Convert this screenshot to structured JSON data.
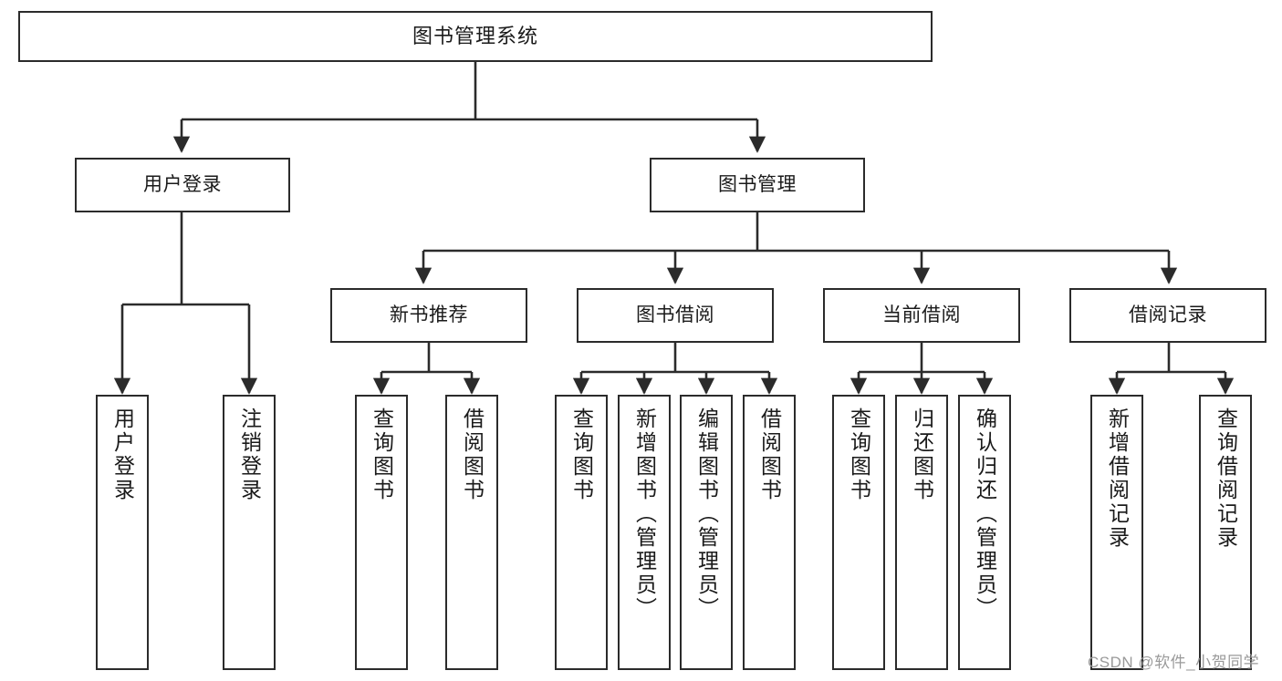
{
  "diagram": {
    "type": "tree-flowchart",
    "title_node": {
      "id": "root",
      "label": "图书管理系统"
    },
    "level1": [
      {
        "id": "user-login",
        "label": "用户登录"
      },
      {
        "id": "book-management",
        "label": "图书管理"
      }
    ],
    "level2": [
      {
        "id": "new-book-recommend",
        "label": "新书推荐",
        "parent": "book-management"
      },
      {
        "id": "book-borrow",
        "label": "图书借阅",
        "parent": "book-management"
      },
      {
        "id": "current-borrow",
        "label": "当前借阅",
        "parent": "book-management"
      },
      {
        "id": "borrow-record",
        "label": "借阅记录",
        "parent": "book-management"
      }
    ],
    "leaves": [
      {
        "id": "leaf-user-login",
        "label": "用户登录",
        "parent": "user-login"
      },
      {
        "id": "leaf-logout",
        "label": "注销登录",
        "parent": "user-login"
      },
      {
        "id": "leaf-query-book-1",
        "label": "查询图书",
        "parent": "new-book-recommend"
      },
      {
        "id": "leaf-borrow-book-1",
        "label": "借阅图书",
        "parent": "new-book-recommend"
      },
      {
        "id": "leaf-query-book-2",
        "label": "查询图书",
        "parent": "book-borrow"
      },
      {
        "id": "leaf-add-book",
        "label": "新增图书（管理员）",
        "parent": "book-borrow"
      },
      {
        "id": "leaf-edit-book",
        "label": "编辑图书（管理员）",
        "parent": "book-borrow"
      },
      {
        "id": "leaf-borrow-book-2",
        "label": "借阅图书",
        "parent": "book-borrow"
      },
      {
        "id": "leaf-query-book-3",
        "label": "查询图书",
        "parent": "current-borrow"
      },
      {
        "id": "leaf-return-book",
        "label": "归还图书",
        "parent": "current-borrow"
      },
      {
        "id": "leaf-confirm-return",
        "label": "确认归还（管理员）",
        "parent": "current-borrow"
      },
      {
        "id": "leaf-add-record",
        "label": "新增借阅记录",
        "parent": "borrow-record"
      },
      {
        "id": "leaf-query-record",
        "label": "查询借阅记录",
        "parent": "borrow-record"
      }
    ]
  },
  "watermark": {
    "text": "CSDN @软件_小贺同学"
  },
  "colors": {
    "stroke": "#2b2b2b",
    "background": "#ffffff",
    "text": "#1a1a1a",
    "watermark": "#9a9a9a"
  }
}
